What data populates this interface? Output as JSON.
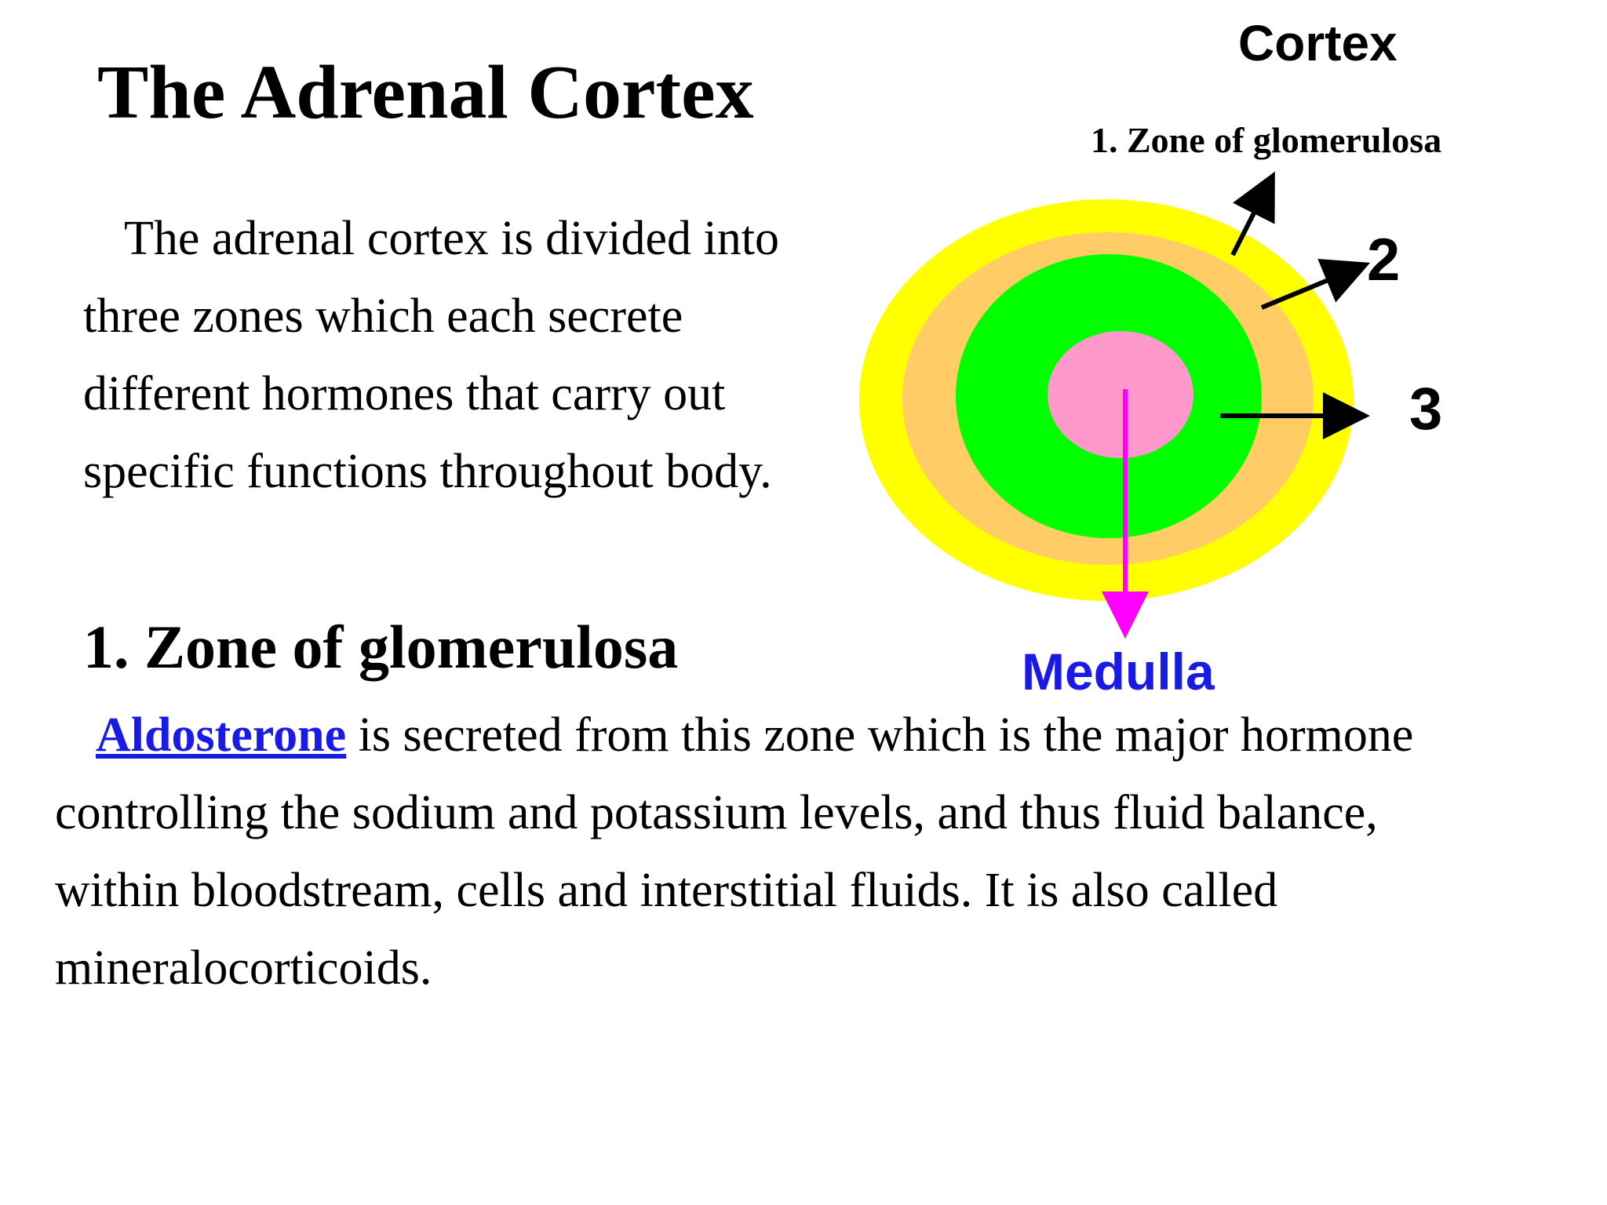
{
  "slide": {
    "title": "The Adrenal Cortex",
    "intro_lines": [
      "The adrenal cortex is divided into",
      "three zones which each secrete",
      "different hormones that carry out",
      "specific functions throughout body."
    ],
    "section_heading": "1. Zone of glomerulosa",
    "body": {
      "link_text": "Aldosterone",
      "line1_rest": " is secreted from this zone which is the major hormone",
      "line2": "controlling the sodium and potassium levels, and thus fluid balance,",
      "line3": "within bloodstream, cells and interstitial fluids. It is  also called",
      "line4": "mineralocorticoids."
    }
  },
  "diagram": {
    "label_cortex": "Cortex",
    "label_zone1": "1. Zone of glomerulosa",
    "label_zone2": "2",
    "label_zone3": "3",
    "label_medulla": "Medulla",
    "colors": {
      "zone1_glomerulosa": "#ffff00",
      "zone2": "#ffcc66",
      "zone3": "#00ff00",
      "medulla": "#ff99cc",
      "medulla_arrow": "#ff00ff",
      "medulla_label": "#1a1ae6",
      "link": "#1a1ae6"
    }
  }
}
